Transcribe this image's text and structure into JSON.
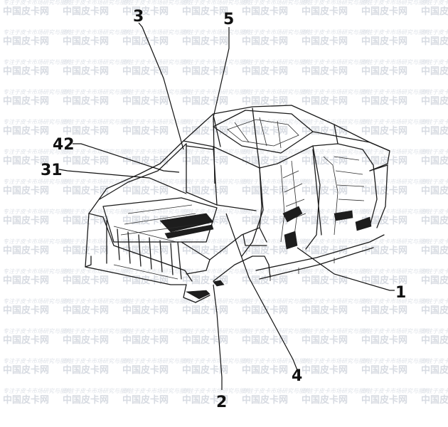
{
  "diagram": {
    "callouts": {
      "c3": "3",
      "c5": "5",
      "c42": "42",
      "c31": "31",
      "c1": "1",
      "c4": "4",
      "c2": "2"
    }
  },
  "watermark": {
    "main": "中国皮卡网",
    "sub": "专注于皮卡市场研究与服务"
  },
  "colors": {
    "line": "#1a1a1a",
    "watermark": "#d7dbe2",
    "background": "#ffffff"
  }
}
